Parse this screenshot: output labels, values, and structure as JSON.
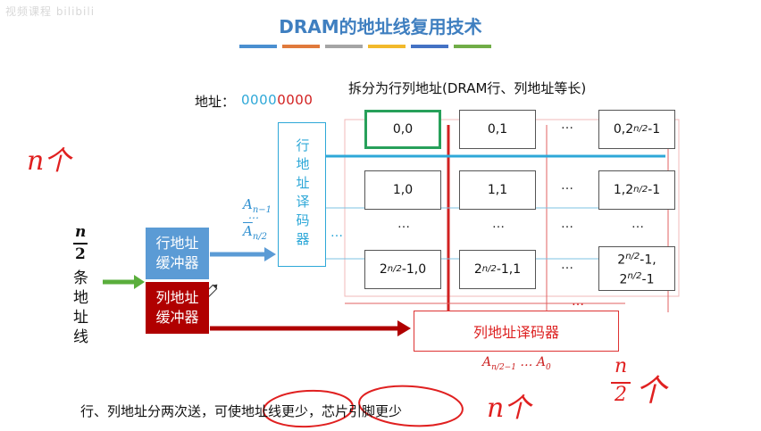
{
  "watermark": "视频课程 bilibili",
  "title": "DRAM的地址线复用技术",
  "title_bar_colors": [
    "#4a8fd0",
    "#e07a3c",
    "#a5a5a5",
    "#f2b92b",
    "#4472c4",
    "#70ad47"
  ],
  "address": {
    "label": "地址：",
    "value_part1": "0000",
    "value_part2": "0000",
    "color1": "#2ea8d8",
    "color2": "#d22020"
  },
  "split_label": "拆分为行列地址(DRAM行、列地址等长)",
  "matrix": {
    "row1": [
      "0,0",
      "0,1",
      "0,2"
    ],
    "row1_last_sup": "n/2",
    "row1_last_tail": "-1",
    "row2": [
      "1,0",
      "1,1",
      "1,2"
    ],
    "row2_last_sup": "n/2",
    "row2_last_tail": "-1",
    "row3_a_base": "2",
    "row3_a_sup": "n/2",
    "row3_a_tail": "-1,0",
    "row3_b_base": "2",
    "row3_b_sup": "n/2",
    "row3_b_tail": "-1,1",
    "row3_c_line1_base": "2",
    "row3_c_line1_sup": "n/2",
    "row3_c_line1_tail": "-1,",
    "row3_c_line2_base": "2",
    "row3_c_line2_sup": "n/2",
    "row3_c_line2_tail": "-1",
    "ellipsis_h": "…",
    "ellipsis_v": "…"
  },
  "row_decoder": "行地址译码器",
  "col_decoder": "列地址译码器",
  "row_buffer": [
    "行地址",
    "缓冲器"
  ],
  "col_buffer": [
    "列地址",
    "缓冲器"
  ],
  "address_lines": {
    "numerator": "n",
    "denominator": "2",
    "chars": [
      "条",
      "地",
      "址",
      "线"
    ]
  },
  "row_addr_labels": {
    "top": "A",
    "top_sub": "n−1",
    "dots": "…",
    "bottom": "A",
    "bottom_sub_num": "n",
    "bottom_sub_den": "2"
  },
  "col_addr_label": {
    "a1": "A",
    "a1_sub": "n/2−1",
    "mid": " … ",
    "a2": "A",
    "a2_sub": "0"
  },
  "bottom_text": "行、列地址分两次送，可使地址线更少，芯片引脚更少",
  "handwriting": {
    "left": "n个",
    "bottom_mid": "n个",
    "bottom_right_num": "n",
    "bottom_right_den": "2",
    "bottom_right_tail": "个"
  },
  "colors": {
    "row_blue": "#2ea8d8",
    "col_red": "#d22020",
    "green_arrow": "#5aae3c",
    "highlight_green": "#27a05a"
  }
}
